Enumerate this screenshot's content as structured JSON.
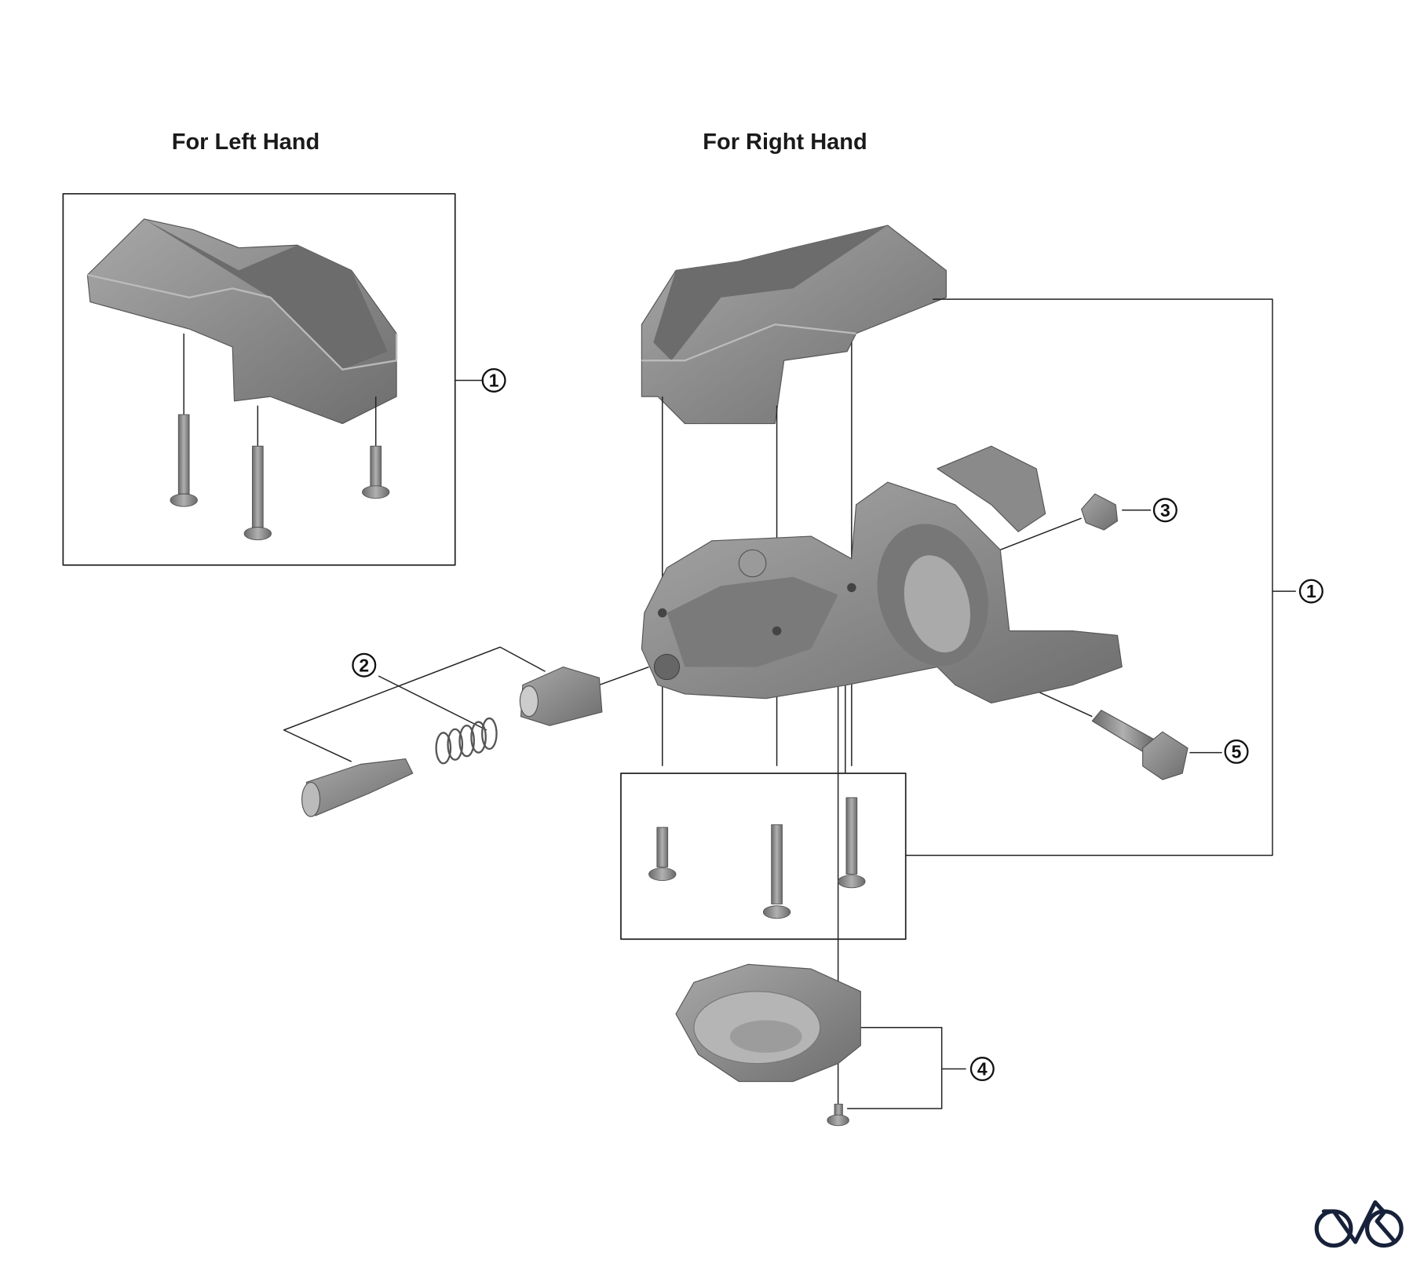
{
  "headings": {
    "left": "For Left Hand",
    "right": "For Right Hand"
  },
  "callouts": {
    "c1_left": "1",
    "c1_right": "1",
    "c2": "2",
    "c3": "3",
    "c4": "4",
    "c5": "5"
  },
  "logo": {
    "icon": "bicycle-logo-icon"
  },
  "colors": {
    "part_fill": "#8c8c8c",
    "part_light": "#a9a9a9",
    "part_dark": "#5f5f5f",
    "line": "#222222",
    "logo": "#17213a"
  }
}
